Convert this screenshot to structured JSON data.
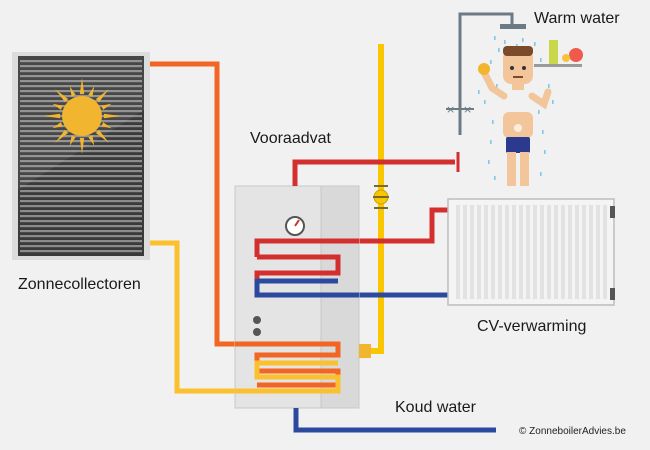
{
  "labels": {
    "collectors": "Zonnecollectoren",
    "tank": "Vooraadvat",
    "warm_water": "Warm water",
    "heating": "CV-verwarming",
    "cold_water": "Koud water",
    "copyright": "© ZonneboilerAdvies.be"
  },
  "icons": [
    "sun-icon",
    "gauge-icon",
    "shower-icon",
    "valve-icon",
    "person-icon",
    "radiator-icon"
  ],
  "colors": {
    "background": "#f1f1f1",
    "collector_panel": "#3a3a3a",
    "sun": "#f2b530",
    "hot_pipe": "#f26522",
    "solar_return_pipe": "#fbc02d",
    "gas_pipe": "#f9c600",
    "warm_water_pipe": "#d32f2f",
    "cold_water_pipe": "#2b4a9e",
    "tank": "#d9d9d9",
    "radiator": "#f3f3f3"
  }
}
